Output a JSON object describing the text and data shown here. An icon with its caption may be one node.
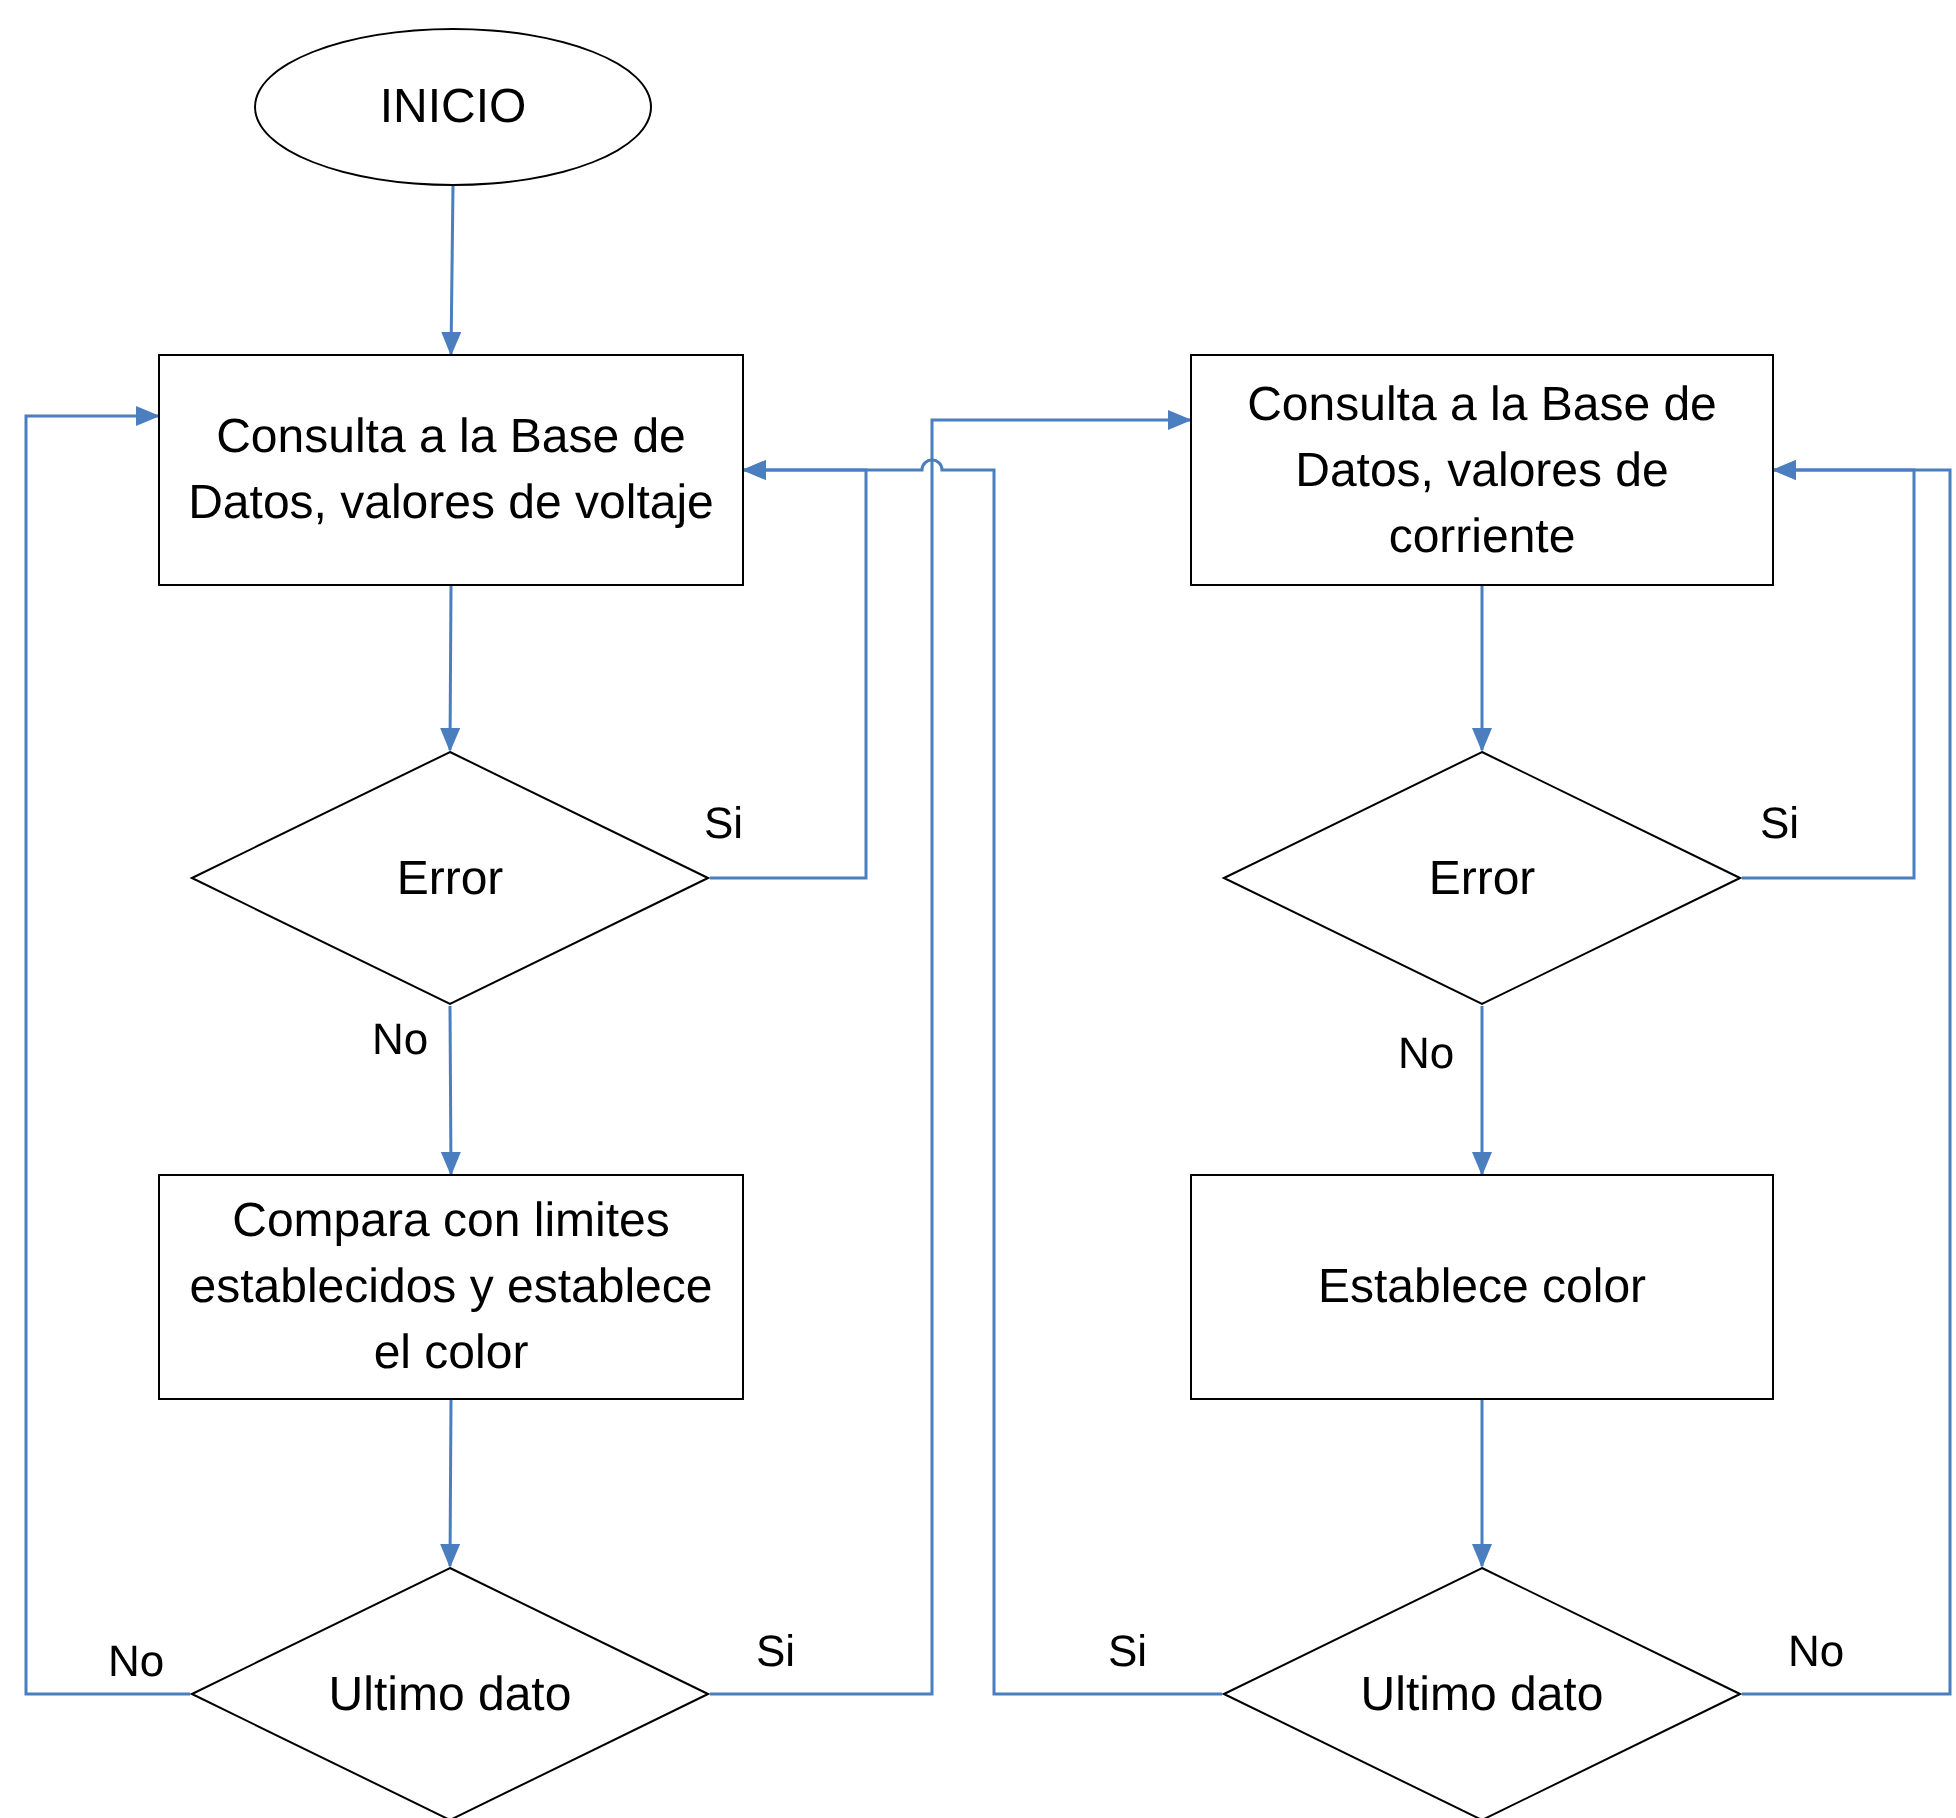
{
  "diagram": {
    "nodes": [
      {
        "text": [
          "INICIO"
        ]
      },
      {
        "text": [
          "Consulta a la Base de Datos, valores de voltaje"
        ]
      },
      {
        "text": [
          "Error"
        ]
      },
      {
        "text": [
          "Compara con limites establecidos y establece el color"
        ]
      },
      {
        "text": [
          "Ultimo dato"
        ]
      },
      {
        "text": [
          "Consulta a la Base de Datos, valores de corriente"
        ]
      },
      {
        "text": [
          "Error"
        ]
      },
      {
        "text": [
          "Establece color"
        ]
      },
      {
        "text": [
          "Ultimo dato"
        ]
      }
    ],
    "edges": [
      {
        "from": 0,
        "to": 1,
        "arrow": "to"
      },
      {
        "from": 1,
        "to": 2,
        "arrow": "to"
      },
      {
        "from": 2,
        "to": 1,
        "arrow": "to",
        "label": "Si"
      },
      {
        "from": 2,
        "to": 3,
        "arrow": "to",
        "label": "No"
      },
      {
        "from": 3,
        "to": 4,
        "arrow": "to"
      },
      {
        "from": 4,
        "to": 1,
        "arrow": "to",
        "label": "No"
      },
      {
        "from": 4,
        "to": 5,
        "arrow": "to",
        "label": "Si"
      },
      {
        "from": 5,
        "to": 6,
        "arrow": "to"
      },
      {
        "from": 6,
        "to": 5,
        "arrow": "to",
        "label": "Si"
      },
      {
        "from": 6,
        "to": 7,
        "arrow": "to",
        "label": "No"
      },
      {
        "from": 7,
        "to": 8,
        "arrow": "to"
      },
      {
        "from": 8,
        "to": 1,
        "arrow": "to",
        "label": "Si"
      },
      {
        "from": 8,
        "to": 5,
        "arrow": "to",
        "label": "No"
      }
    ]
  }
}
